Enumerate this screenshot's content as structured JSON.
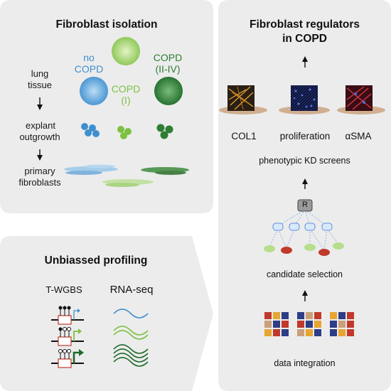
{
  "isolation": {
    "title": "Fibroblast isolation",
    "steps": [
      "lung",
      "tissue",
      "explant",
      "outgrowth",
      "primary",
      "fibroblasts"
    ],
    "groups": {
      "no_copd": [
        "no",
        "COPD"
      ],
      "copd_mild": [
        "COPD",
        "(I)"
      ],
      "copd_severe": [
        "COPD",
        "(II-IV)"
      ]
    }
  },
  "profiling": {
    "title": "Unbiassed profiling",
    "methods": [
      "T-WGBS",
      "RNA-seq"
    ]
  },
  "regulators": {
    "title_lines": [
      "Fibroblast regulators",
      "in COPD"
    ],
    "readouts": [
      "COL1",
      "proliferation",
      "αSMA"
    ],
    "steps": [
      "phenotypic KD screens",
      "candidate selection",
      "data integration"
    ],
    "node_label": "R"
  },
  "colors": {
    "panel_bg": "#ececec",
    "no_copd": "#3f8fce",
    "copd_mild": "#7cc142",
    "copd_severe": "#2e7d32",
    "red": "#c0392b",
    "navy": "#2d3e86",
    "tan": "#c9a07a",
    "gold": "#e8a531"
  }
}
